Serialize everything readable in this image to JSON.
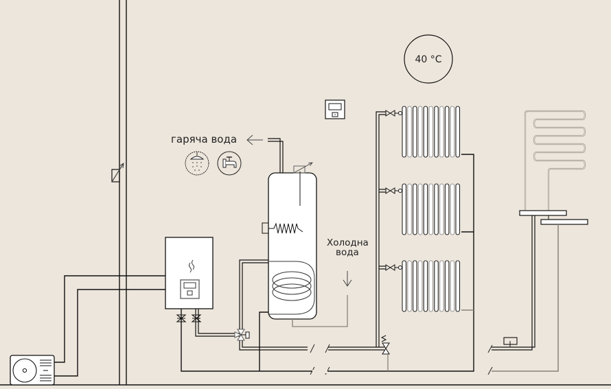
{
  "diagram": {
    "title": "Heat pump heating and domestic hot water scheme",
    "labels": {
      "hot_water": "гаряча вода",
      "cold_water_line1": "Холодна",
      "cold_water_line2": "вода",
      "room_temperature": "40 °C"
    },
    "components": [
      {
        "id": "outdoor-unit",
        "name": "Outdoor heat pump unit"
      },
      {
        "id": "indoor-unit",
        "name": "Indoor hydro module with controller"
      },
      {
        "id": "dhw-tank",
        "name": "Domestic hot water tank with coil and electric heater"
      },
      {
        "id": "radiators",
        "name": "Radiators",
        "count": 3
      },
      {
        "id": "floor-heating",
        "name": "Underfloor heating loop"
      },
      {
        "id": "room-thermostat",
        "name": "Room thermostat"
      },
      {
        "id": "three-way-valve",
        "name": "3-way diverter valve"
      },
      {
        "id": "mixing-valve",
        "name": "Thermostatic mixing valve"
      },
      {
        "id": "outdoor-sensor",
        "name": "Outdoor temperature sensor"
      },
      {
        "id": "shower",
        "name": "Shower consumer"
      },
      {
        "id": "tap",
        "name": "Tap consumer"
      }
    ],
    "colors": {
      "background": "#ede6dc",
      "line": "#111111",
      "secondary_line": "#8a8278",
      "fill": "#ffffff"
    }
  }
}
